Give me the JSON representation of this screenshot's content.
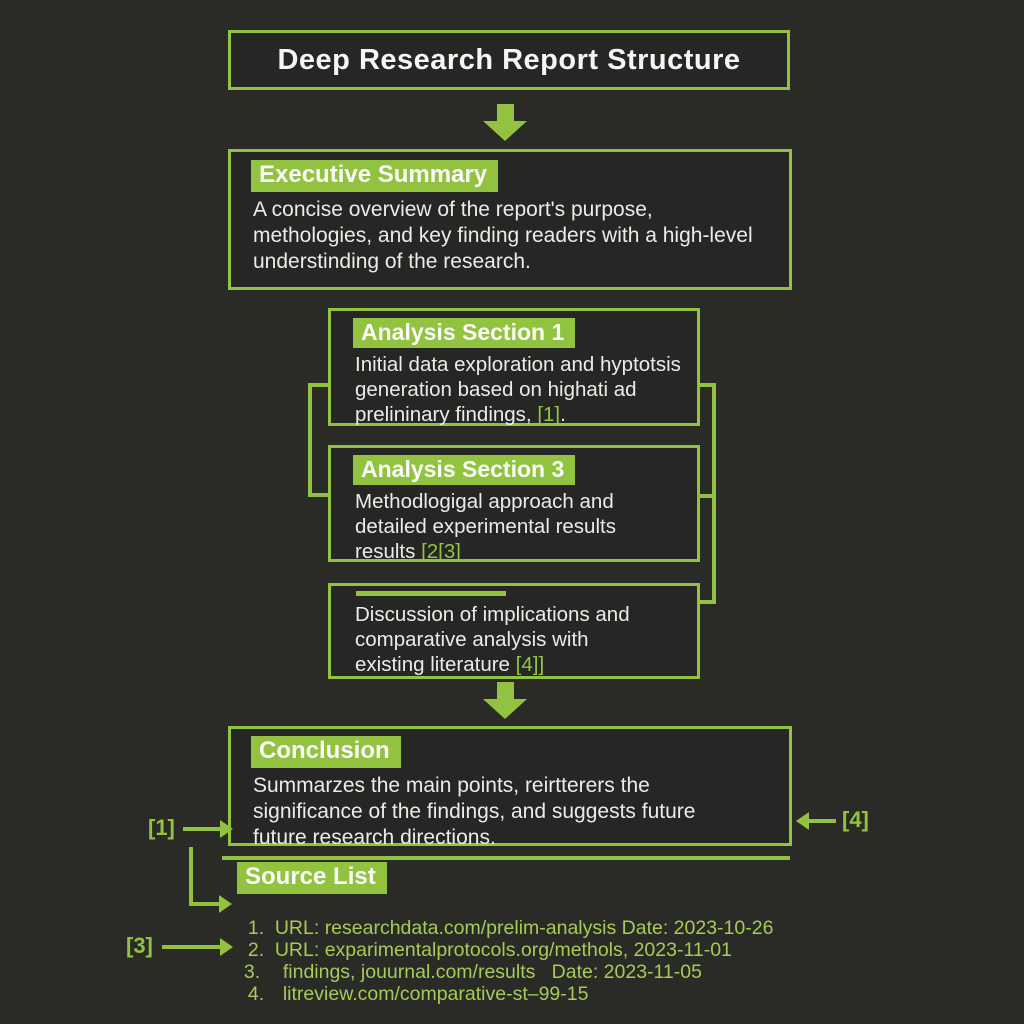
{
  "colors": {
    "accent_green": "#92c340",
    "list_green": "#a6cb57",
    "background": "#2a2a27",
    "text_white": "#ebebe9"
  },
  "title": "Deep Research Report Structure",
  "boxes": {
    "executive": {
      "heading": "Executive Summary",
      "lines": [
        "A concise overview of the report's purpose,",
        "methologies, and key finding readers with a high-level",
        "understinding of the research."
      ]
    },
    "analysis1": {
      "heading": "Analysis Section 1",
      "lines": [
        "Initial data exploration and hyptotsis",
        "generation based on highati ad"
      ],
      "last_before": "prelininary findings, ",
      "cite": "[1]",
      "last_after": "."
    },
    "analysis3": {
      "heading": "Analysis Section 3",
      "lines": [
        "Methodlogigal approach and",
        "detailed experimental results"
      ],
      "last_before": "results ",
      "cite": "[2[3]",
      "last_after": ""
    },
    "discussion": {
      "lines": [
        "Discussion of implications and",
        "comparative analysis with"
      ],
      "last_before": "existing literature ",
      "cite": "[4]]",
      "last_after": ""
    },
    "conclusion": {
      "heading": "Conclusion",
      "lines": [
        "Summarzes the main points, reirtterers the",
        "significance of the findings, and suggests future",
        "future research directions."
      ]
    }
  },
  "source_list": {
    "heading": "Source List",
    "items": [
      {
        "num": "1.",
        "text": "URL: researchdata.com/prelim-analysis Date: 2023-10-26"
      },
      {
        "num": "2.",
        "text": "URL: exparimentalprotocols.org/methols, 2023-11-01"
      },
      {
        "num": "3.",
        "text": "findings, jouurnal.com/results   Date: 2023-11-05"
      },
      {
        "num": "4.",
        "text": "litreview.com/comparative-st–99-15"
      }
    ]
  },
  "refs": {
    "r1": "[1]",
    "r3": "[3]",
    "r4": "[4]"
  }
}
